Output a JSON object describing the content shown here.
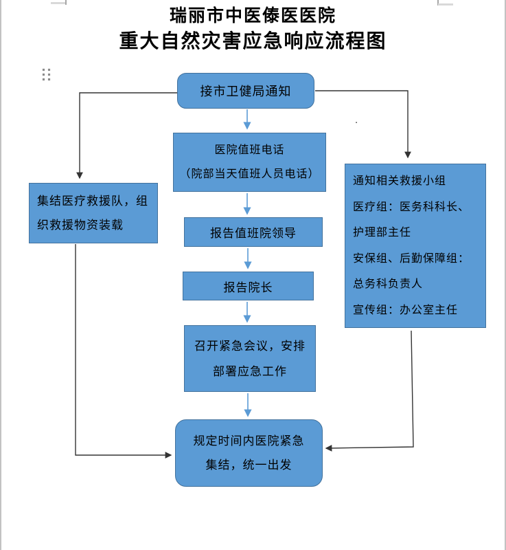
{
  "page": {
    "title_line1": "瑞丽市中医傣医医院",
    "title_line2": "重大自然灾害应急响应流程图"
  },
  "nodes": {
    "receive_notice": {
      "label": "接市卫健局通知"
    },
    "duty_phone": {
      "line1": "医院值班电话",
      "line2": "（院部当天值班人员电话）"
    },
    "assemble_team": {
      "line1": "集结医疗救援队，组",
      "line2": "织救援物资装载"
    },
    "notify_groups": {
      "line1": "通知相关救援小组",
      "line2": "医疗组：医务科科长、",
      "line3": "护理部主任",
      "line4": "安保组、后勤保障组：",
      "line5": "总务科负责人",
      "line6": "宣传组：办公室主任"
    },
    "report_duty_leader": {
      "label": "报告值班院领导"
    },
    "report_president": {
      "label": "报告院长"
    },
    "emergency_meeting": {
      "line1": "召开紧急会议，安排",
      "line2": "部署应急工作"
    },
    "assembly_departure": {
      "line1": "规定时间内医院紧急",
      "line2": "集结，统一出发"
    }
  },
  "artifacts": {
    "stray_mark": "."
  },
  "icons": {
    "drag_handle": "six-dot-grid"
  },
  "colors": {
    "node_fill": "#5B9BD5",
    "node_border": "#41719C",
    "arrow_blue": "#5B9BD5",
    "connector_dark": "#333333",
    "text": "#000000",
    "page_edge": "#c2c2c2"
  }
}
